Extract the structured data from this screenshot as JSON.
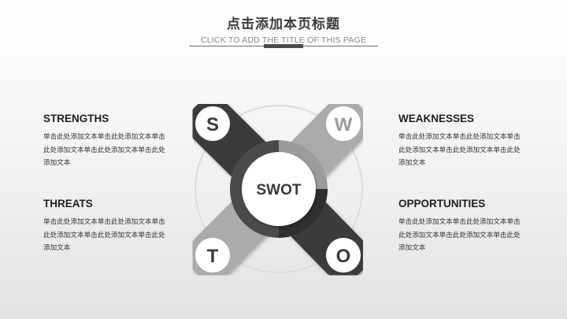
{
  "header": {
    "title": "点击添加本页标题",
    "subtitle": "CLICK TO ADD THE TITLE OF THIS PAGE"
  },
  "swot": {
    "center": "SWOT",
    "letters": {
      "s": "S",
      "w": "W",
      "t": "T",
      "o": "O"
    }
  },
  "strengths": {
    "heading": "STRENGTHS",
    "body": "单击此处添加文本单击此处添加文本单击此处添加文本单击此处添加文本单击此处添加文本"
  },
  "weaknesses": {
    "heading": "WEAKNESSES",
    "body": "单击此处添加文本单击此处添加文本单击此处添加文本单击此处添加文本单击此处添加文本"
  },
  "threats": {
    "heading": "THREATS",
    "body": "单击此处添加文本单击此处添加文本单击此处添加文本单击此处添加文本单击此处添加文本"
  },
  "opportunities": {
    "heading": "OPPORTUNITIES",
    "body": "单击此处添加文本单击此处添加文本单击此处添加文本单击此处添加文本单击此处添加文本"
  },
  "colors": {
    "dark": "#3b3b3b",
    "light": "#a9a9a9",
    "ring": "#dddddd",
    "white": "#ffffff"
  }
}
